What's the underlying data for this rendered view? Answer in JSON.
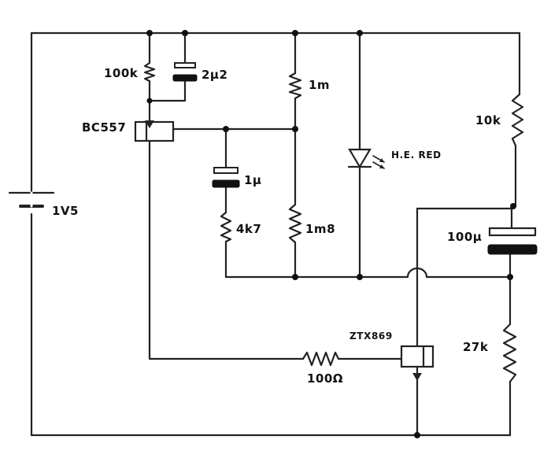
{
  "components": {
    "battery": "1V5",
    "r_100k": "100k",
    "c_2u2": "2μ2",
    "q_bc557": "BC557",
    "r_1m": "1m",
    "c_1u": "1μ",
    "r_4k7": "4k7",
    "r_1m8": "1m8",
    "led": "H.E. RED",
    "r_10k": "10k",
    "c_100u": "100μ",
    "q_ztx869": "ZTX869",
    "r_100r": "100Ω",
    "r_27k": "27k"
  }
}
